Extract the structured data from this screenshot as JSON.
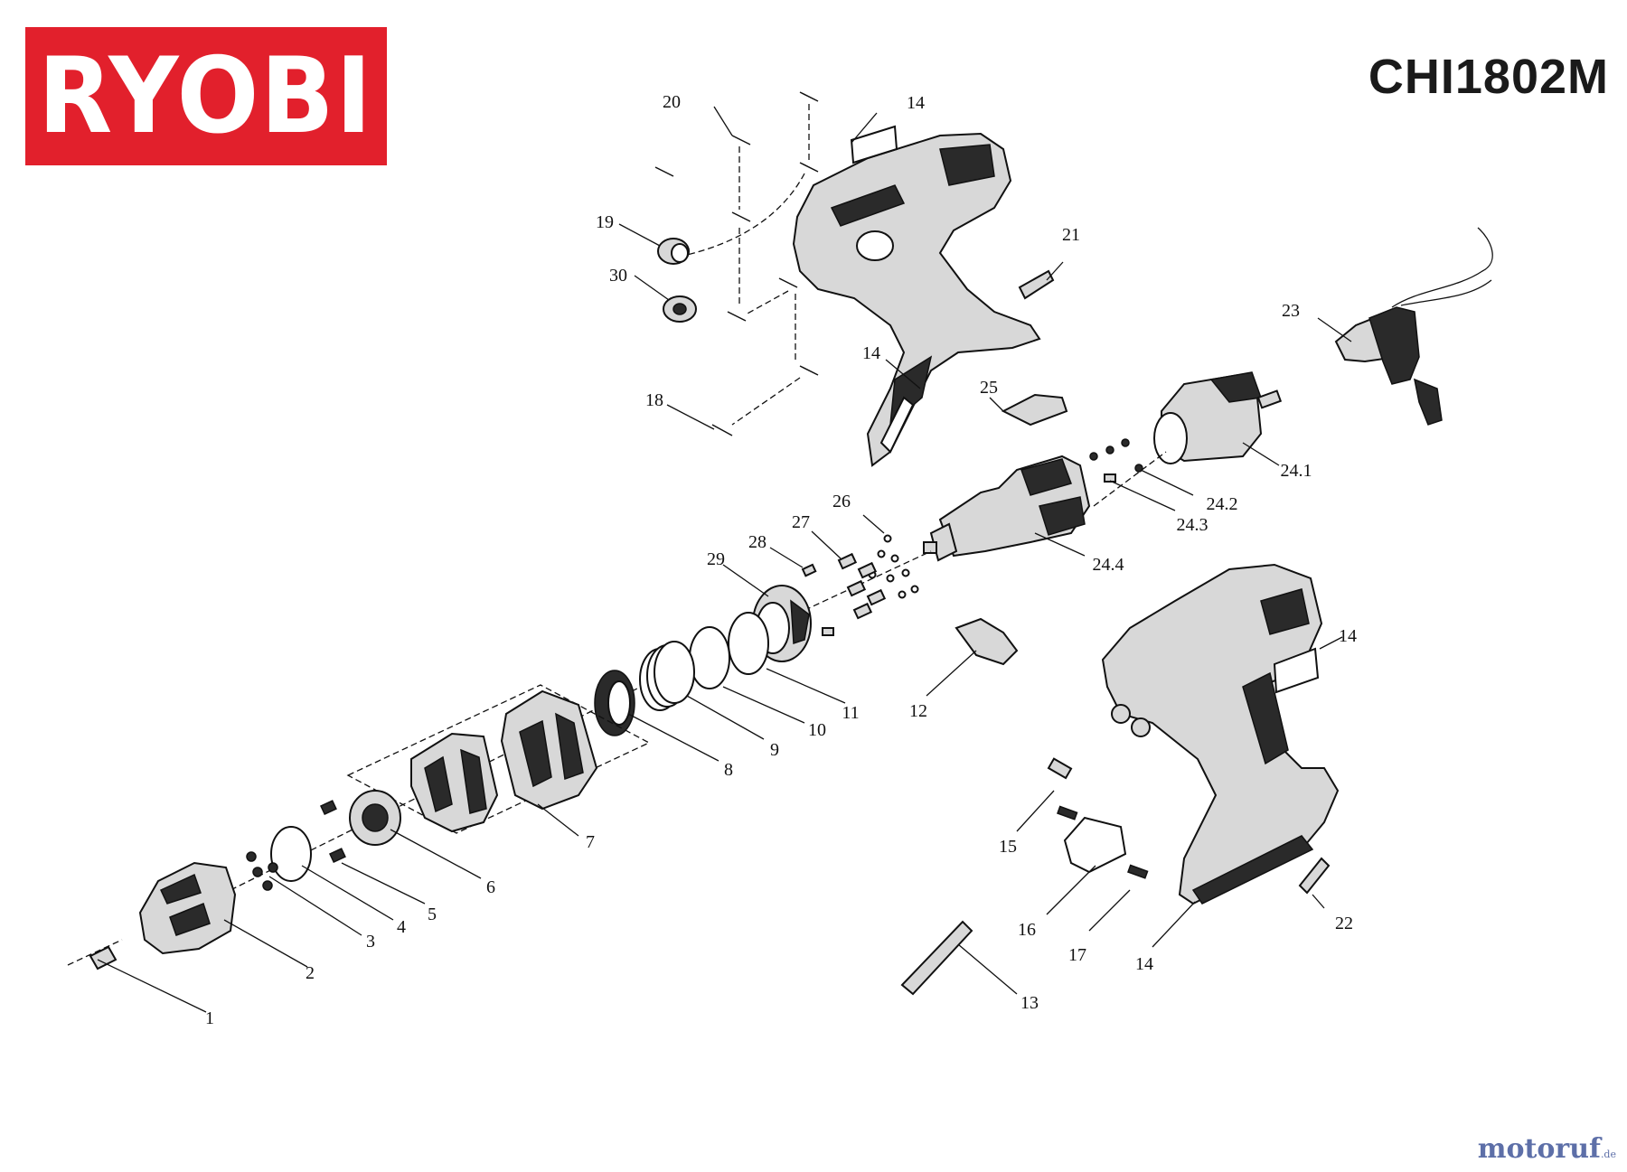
{
  "brand": "RYOBI",
  "model": "CHI1802M",
  "watermark": "motoruf",
  "watermark_suffix": ".de",
  "colors": {
    "brand_red": "#e2202c",
    "watermark_blue": "#5d6fa8"
  },
  "parts": [
    {
      "id": "p1",
      "label": "1"
    },
    {
      "id": "p2",
      "label": "2"
    },
    {
      "id": "p3",
      "label": "3"
    },
    {
      "id": "p4",
      "label": "4"
    },
    {
      "id": "p5",
      "label": "5"
    },
    {
      "id": "p6",
      "label": "6"
    },
    {
      "id": "p7",
      "label": "7"
    },
    {
      "id": "p8",
      "label": "8"
    },
    {
      "id": "p9",
      "label": "9"
    },
    {
      "id": "p10",
      "label": "10"
    },
    {
      "id": "p11",
      "label": "11"
    },
    {
      "id": "p12",
      "label": "12"
    },
    {
      "id": "p13",
      "label": "13"
    },
    {
      "id": "p14a",
      "label": "14"
    },
    {
      "id": "p14b",
      "label": "14"
    },
    {
      "id": "p14c",
      "label": "14"
    },
    {
      "id": "p14d",
      "label": "14"
    },
    {
      "id": "p15",
      "label": "15"
    },
    {
      "id": "p16",
      "label": "16"
    },
    {
      "id": "p17",
      "label": "17"
    },
    {
      "id": "p18",
      "label": "18"
    },
    {
      "id": "p19",
      "label": "19"
    },
    {
      "id": "p20",
      "label": "20"
    },
    {
      "id": "p21",
      "label": "21"
    },
    {
      "id": "p22",
      "label": "22"
    },
    {
      "id": "p23",
      "label": "23"
    },
    {
      "id": "p24_1",
      "label": "24.1"
    },
    {
      "id": "p24_2",
      "label": "24.2"
    },
    {
      "id": "p24_3",
      "label": "24.3"
    },
    {
      "id": "p24_4",
      "label": "24.4"
    },
    {
      "id": "p25",
      "label": "25"
    },
    {
      "id": "p26",
      "label": "26"
    },
    {
      "id": "p27",
      "label": "27"
    },
    {
      "id": "p28",
      "label": "28"
    },
    {
      "id": "p29",
      "label": "29"
    },
    {
      "id": "p30",
      "label": "30"
    }
  ]
}
